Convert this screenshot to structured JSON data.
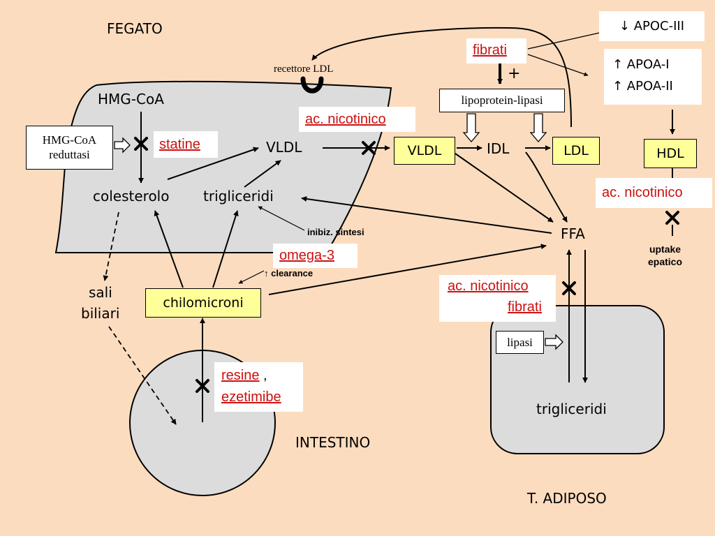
{
  "organs": {
    "fegato": "FEGATO",
    "intestino": "INTESTINO",
    "adiposo": "T. ADIPOSO"
  },
  "receptor": "recettore LDL",
  "liver": {
    "hmgcoa": "HMG-CoA",
    "reductase_line1": "HMG-CoA",
    "reductase_line2": "reduttasi",
    "vldl": "VLDL",
    "colesterolo": "colesterolo",
    "trigliceridi": "trigliceridi"
  },
  "drugs": {
    "statine": "statine",
    "ac_nicotinico": "ac. nicotinico",
    "fibrati": "fibrati",
    "omega3": "omega-3",
    "resine": "resine",
    "resine_sep": " ,",
    "ezetimibe": "ezetimibe"
  },
  "lipoproteins": {
    "vldl": "VLDL",
    "idl": "IDL",
    "ldl": "LDL",
    "hdl": "HDL",
    "chilomicroni": "chilomicroni",
    "ffa": "FFA"
  },
  "enzymes": {
    "lpl": "lipoprotein-lipasi",
    "lipasi": "lipasi"
  },
  "effects": {
    "apoc3": "↓ APOC-III",
    "apoa1": "↑ APOA-I",
    "apoa2": "↑ APOA-II",
    "plus": "+",
    "inibiz": "inibiz. sintesi",
    "clearance": "↑ clearance",
    "uptake_line1": "uptake",
    "uptake_line2": "epatico"
  },
  "other": {
    "sali": "sali",
    "biliari": "biliari",
    "adipose_tg": "trigliceridi"
  },
  "colors": {
    "background": "#fcdcbf",
    "organ_fill": "#dcdcdc",
    "lipoprotein_box": "#ffff99",
    "drug_text": "#cc1010"
  }
}
